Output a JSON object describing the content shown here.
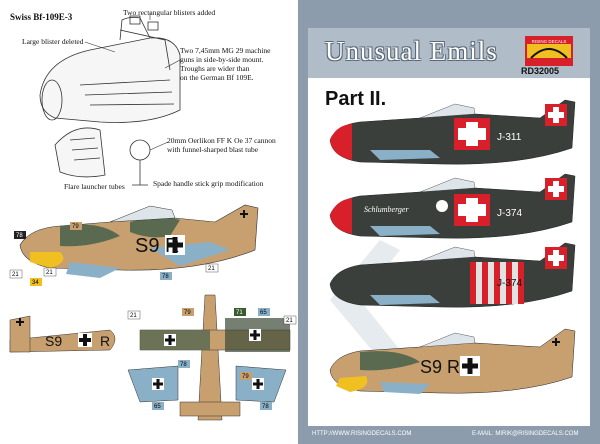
{
  "left": {
    "header": "Swiss Bf-109E-3",
    "notes": {
      "blisters_added": "Two rectangular blisters added",
      "blister_deleted": "Large blister deleted",
      "mg_line1": "Two 7,45mm MG 29 machine",
      "mg_line2": "guns in side-by-side mount.",
      "mg_line3": "Troughs are wider than",
      "mg_line4": "on the German Bf 109E.",
      "cannon_line1": "20mm Oerlikon FF K Oe 37 cannon",
      "cannon_line2": "with funnel-sharped blast tube",
      "flare": "Flare launcher tubes",
      "spade": "Spade handle stick grip modification"
    },
    "profile_code": "S9  R",
    "tags": {
      "t78a": "78",
      "t79a": "79",
      "t21a": "21",
      "t34": "34",
      "t21b": "21",
      "t78b": "78",
      "t21c": "21",
      "t21d": "21",
      "t79b": "79",
      "t71": "71",
      "t65a": "65",
      "t21e": "21",
      "t78c": "78",
      "t65b": "65",
      "t78d": "78",
      "t79c": "79"
    },
    "side_code_left": "S9",
    "side_code_right": "R"
  },
  "right": {
    "title": "Unusual Emils",
    "part": "Part II.",
    "logo_text": "RISING DECALS",
    "catalog": "RD32005",
    "plane1_code": "J-311",
    "plane2_code": "J-374",
    "plane2_script": "Schlumberger",
    "plane3_code": "J-374",
    "plane4_code": "S9  R",
    "footer_web": "HTTP://WWW.RISINGDECALS.COM",
    "footer_mail": "E-MAIL: MIRIK@RISINGDECALS.COM"
  },
  "colors": {
    "grey_blue": "#8c9cac",
    "sand": "#c8a070",
    "dark_green": "#3a4a38",
    "swiss_red": "#d8202a",
    "light_blue": "#8ab0c8"
  }
}
